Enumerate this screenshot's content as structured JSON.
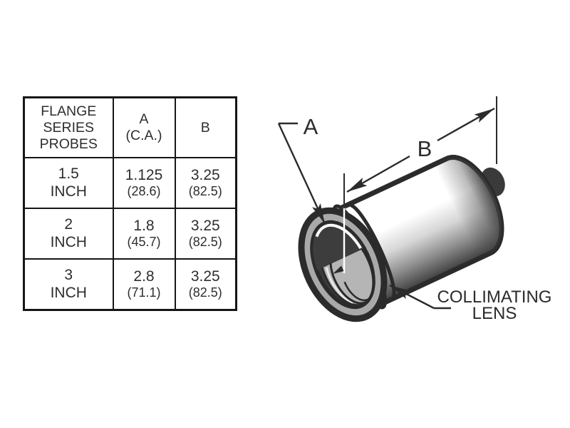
{
  "table": {
    "headers": {
      "col1": "FLANGE\nSERIES\nPROBES",
      "col2": "A\n(C.A.)",
      "col3": "B"
    },
    "rows": [
      {
        "probe": "1.5\nINCH",
        "a_main": "1.125",
        "a_sub": "(28.6)",
        "b_main": "3.25",
        "b_sub": "(82.5)"
      },
      {
        "probe": "2\nINCH",
        "a_main": "1.8",
        "a_sub": "(45.7)",
        "b_main": "3.25",
        "b_sub": "(82.5)"
      },
      {
        "probe": "3\nINCH",
        "a_main": "2.8",
        "a_sub": "(71.1)",
        "b_main": "3.25",
        "b_sub": "(82.5)"
      }
    ]
  },
  "diagram": {
    "label_a": "A",
    "label_b": "B",
    "callout_line1": "COLLIMATING",
    "callout_line2": "LENS",
    "colors": {
      "line": "#2b2b2b",
      "flange_face": "#a9a9a9",
      "lens_face": "#b5b5b5",
      "bore_shadow": "#3d3d3d",
      "nub": "#3a3a3a",
      "highlight": "#ffffff"
    }
  }
}
